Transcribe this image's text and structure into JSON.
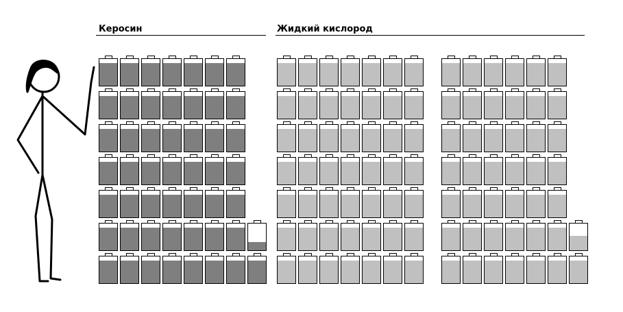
{
  "groups": [
    {
      "title": "Керосин",
      "fill_color": "#7f7f7f",
      "columns": [
        {
          "full": 7,
          "partial_level": null
        },
        {
          "full": 7,
          "partial_level": null
        },
        {
          "full": 7,
          "partial_level": null
        },
        {
          "full": 7,
          "partial_level": null
        },
        {
          "full": 7,
          "partial_level": null
        },
        {
          "full": 7,
          "partial_level": null
        },
        {
          "full": 7,
          "partial_level": null
        },
        {
          "full": 1,
          "partial_level": 0.3
        }
      ]
    },
    {
      "title": "Жидкий кислород",
      "fill_color": "#c0c0c0",
      "columns": [
        {
          "full": 7,
          "partial_level": null
        },
        {
          "full": 7,
          "partial_level": null
        },
        {
          "full": 7,
          "partial_level": null
        },
        {
          "full": 7,
          "partial_level": null
        },
        {
          "full": 7,
          "partial_level": null
        },
        {
          "full": 7,
          "partial_level": null
        },
        {
          "full": 7,
          "partial_level": null
        }
      ]
    },
    {
      "title": "",
      "fill_color": "#c0c0c0",
      "columns": [
        {
          "full": 7,
          "partial_level": null
        },
        {
          "full": 7,
          "partial_level": null
        },
        {
          "full": 7,
          "partial_level": null
        },
        {
          "full": 7,
          "partial_level": null
        },
        {
          "full": 7,
          "partial_level": null
        },
        {
          "full": 7,
          "partial_level": null
        },
        {
          "full": 1,
          "partial_level": 0.55
        }
      ]
    }
  ],
  "battery_full_level": 0.85
}
